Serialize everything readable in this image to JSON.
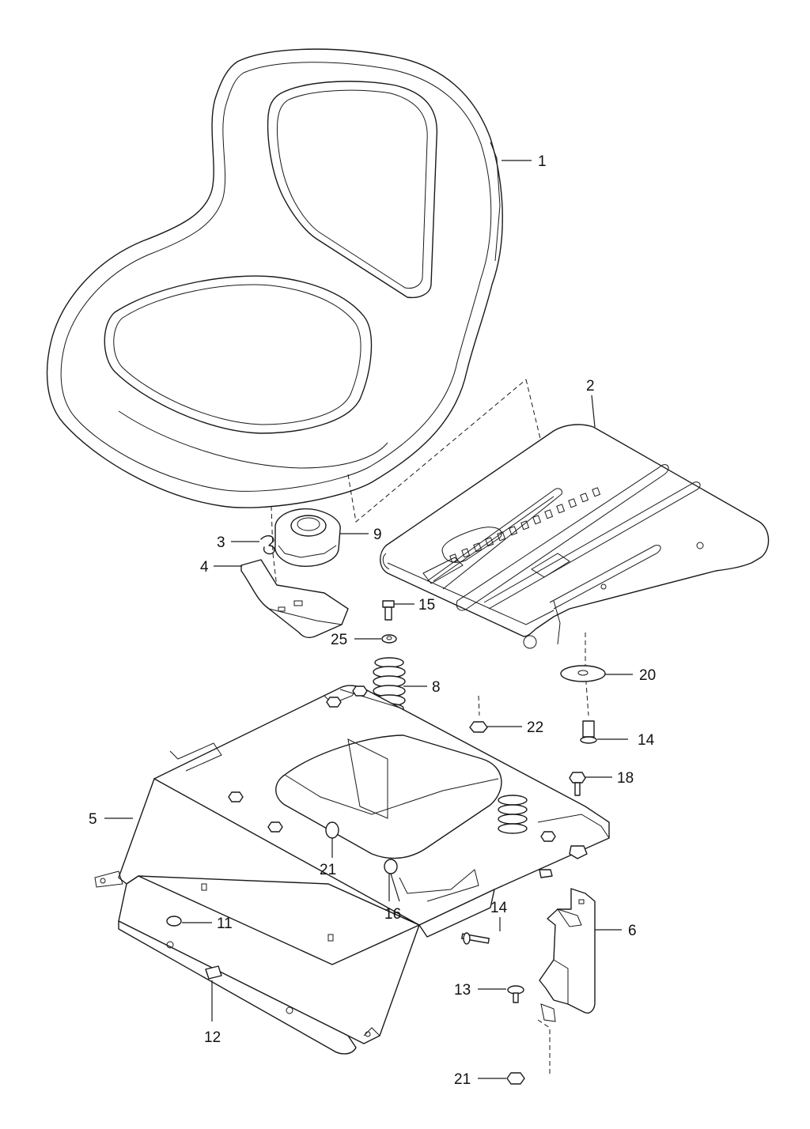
{
  "callouts": [
    {
      "id": "c1",
      "label": "1"
    },
    {
      "id": "c2",
      "label": "2"
    },
    {
      "id": "c3",
      "label": "3"
    },
    {
      "id": "c4",
      "label": "4"
    },
    {
      "id": "c5",
      "label": "5"
    },
    {
      "id": "c6",
      "label": "6"
    },
    {
      "id": "c8",
      "label": "8"
    },
    {
      "id": "c9",
      "label": "9"
    },
    {
      "id": "c11",
      "label": "11"
    },
    {
      "id": "c12",
      "label": "12"
    },
    {
      "id": "c13",
      "label": "13"
    },
    {
      "id": "c14a",
      "label": "14"
    },
    {
      "id": "c14b",
      "label": "14"
    },
    {
      "id": "c15",
      "label": "15"
    },
    {
      "id": "c16",
      "label": "16"
    },
    {
      "id": "c18",
      "label": "18"
    },
    {
      "id": "c20",
      "label": "20"
    },
    {
      "id": "c21a",
      "label": "21"
    },
    {
      "id": "c21b",
      "label": "21"
    },
    {
      "id": "c22",
      "label": "22"
    },
    {
      "id": "c25",
      "label": "25"
    }
  ]
}
